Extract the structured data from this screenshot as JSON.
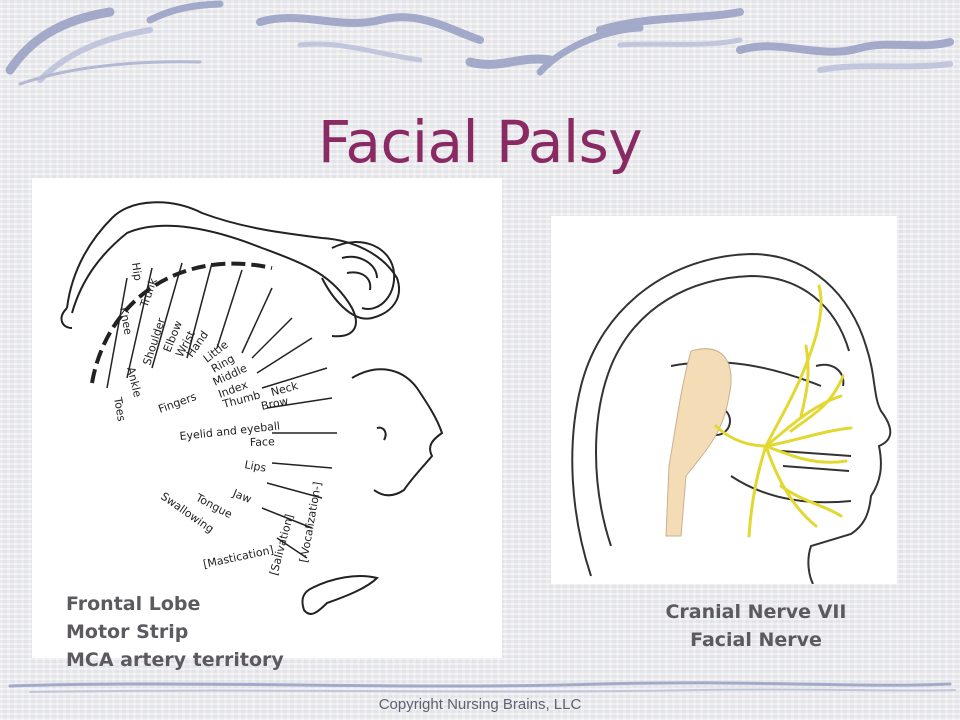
{
  "slide": {
    "title": "Facial Palsy",
    "left_caption": [
      "Frontal Lobe",
      "Motor Strip",
      "MCA artery territory"
    ],
    "right_caption": [
      "Cranial Nerve VII",
      "Facial Nerve"
    ],
    "footer": "Copyright Nursing Brains, LLC"
  },
  "homunculus": {
    "labels": [
      "Toes",
      "Ankle",
      "Knee",
      "Hip",
      "Trunk",
      "Shoulder",
      "Elbow",
      "Wrist",
      "Hand",
      "Little",
      "Ring",
      "Middle",
      "Index",
      "Thumb",
      "Neck",
      "Fingers",
      "Brow",
      "Eyelid and eyeball",
      "Face",
      "Lips",
      "Jaw",
      "Tongue",
      "Swallowing",
      "[Mastication]",
      "[Salivation]",
      "[-Vocalization-]"
    ]
  },
  "colors": {
    "title": "#8a2a63",
    "caption": "#5c5a5f",
    "nerve": "#e3d832",
    "banner_stroke": "#a3a9c8"
  }
}
